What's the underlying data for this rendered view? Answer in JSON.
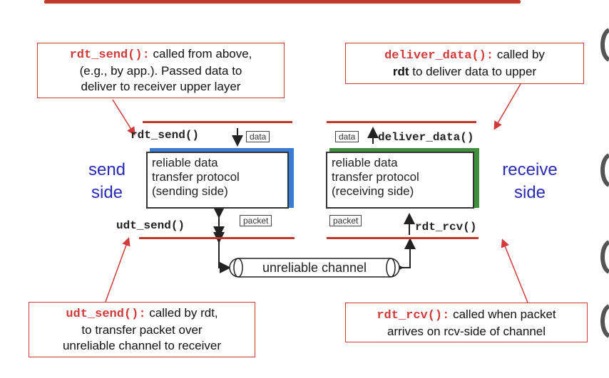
{
  "callouts": {
    "rdt_send": {
      "fn": "rdt_send():",
      "line1": " called from above,",
      "line2": "(e.g., by app.). Passed data to",
      "line3": "deliver to receiver upper layer"
    },
    "deliver_data": {
      "fn": "deliver_data():",
      "line1": " called by",
      "bold": "rdt",
      "line2": " to deliver data to upper"
    },
    "udt_send": {
      "fn": "udt_send():",
      "line1": " called by rdt,",
      "line2": "to transfer packet over",
      "line3": "unreliable channel to receiver"
    },
    "rdt_rcv": {
      "fn": "rdt_rcv():",
      "line1": " called when packet",
      "line2": "arrives on rcv-side of channel"
    }
  },
  "labels": {
    "rdt_send": "rdt_send()",
    "deliver_data": "deliver_data()",
    "udt_send": "udt_send()",
    "rdt_rcv": "rdt_rcv()",
    "send_side_1": "send",
    "send_side_2": "side",
    "receive_side_1": "receive",
    "receive_side_2": "side",
    "data_tag_left": "data",
    "data_tag_right": "data",
    "packet_tag_left": "packet",
    "packet_tag_right": "packet",
    "channel": "unreliable channel"
  },
  "protocols": {
    "sender": {
      "line1": "reliable data",
      "line2": "transfer protocol",
      "line3": "(sending side)"
    },
    "receiver": {
      "line1": "reliable data",
      "line2": "transfer protocol",
      "line3": "(receiving side)"
    }
  },
  "colors": {
    "callout_border": "#d23a3a",
    "sender_accent": "#3a7bd5",
    "receiver_accent": "#3f8f3f",
    "side_label": "#2a2ab8"
  }
}
